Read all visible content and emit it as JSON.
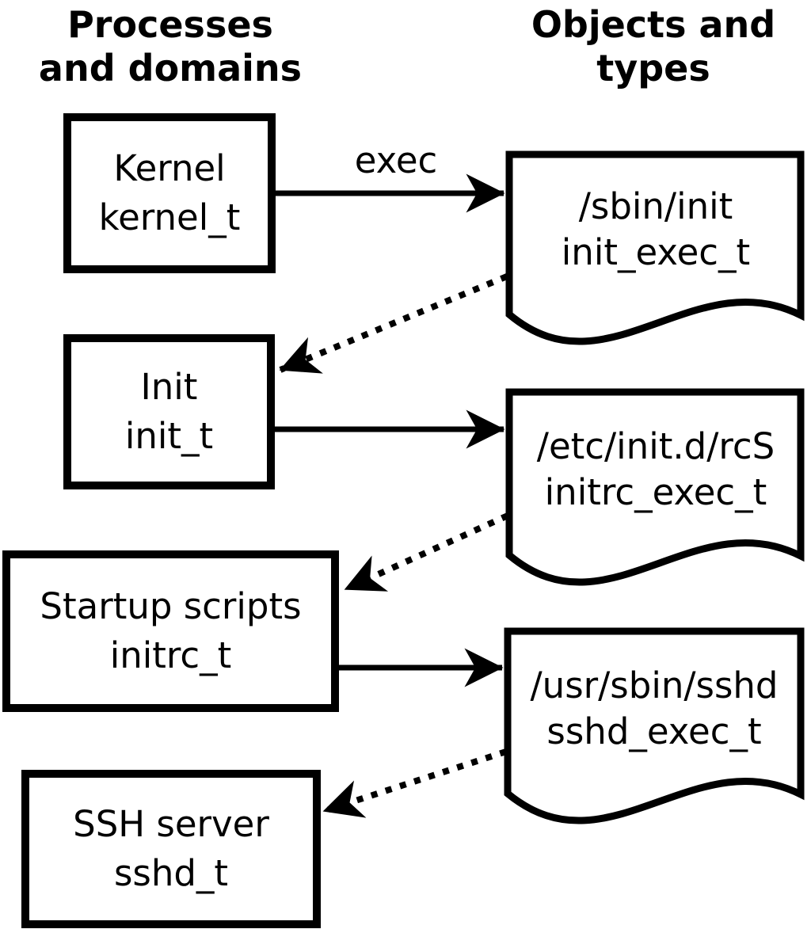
{
  "page": {
    "background_color": "#ffffff",
    "ink_color": "#000000"
  },
  "headers": {
    "left": "Processes\nand domains",
    "right": "Objects and\ntypes"
  },
  "process_boxes": [
    {
      "name": "Kernel",
      "domain": "kernel_t"
    },
    {
      "name": "Init",
      "domain": "init_t"
    },
    {
      "name": "Startup scripts",
      "domain": "initrc_t"
    },
    {
      "name": "SSH server",
      "domain": "sshd_t"
    }
  ],
  "object_files": [
    {
      "path": "/sbin/init",
      "type": "init_exec_t"
    },
    {
      "path": "/etc/init.d/rcS",
      "type": "initrc_exec_t"
    },
    {
      "path": "/usr/sbin/sshd",
      "type": "sshd_exec_t"
    }
  ],
  "edges": {
    "exec_label": "exec"
  }
}
